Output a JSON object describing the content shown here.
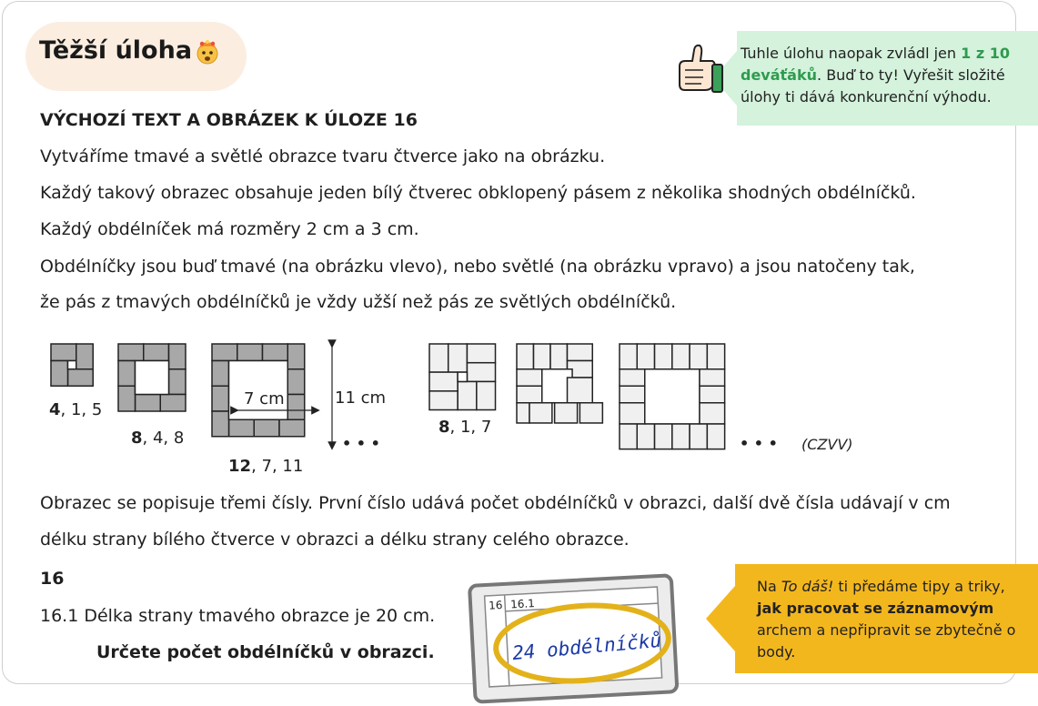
{
  "badge": {
    "title": "Těžší úloha",
    "emoji": "exploding-head-emoji"
  },
  "tip_top": {
    "before": "Tuhle úlohu naopak zvládl jen ",
    "highlight": "1 z 10 deváťáků",
    "after": ". Buď to ty! Vyřešit složité úlohy ti dává konkurenční výhodu.",
    "accent": "#2f9b4f",
    "background": "#d4f2dc"
  },
  "content": {
    "heading": "VÝCHOZÍ TEXT A OBRÁZEK K ÚLOZE 16",
    "lines": [
      "Vytváříme tmavé a světlé obrazce tvaru čtverce jako na obrázku.",
      "Každý takový obrazec obsahuje jeden bílý čtverec obklopený pásem z několika shodných obdélníčků.",
      "Každý obdélníček má rozměry 2 cm a 3 cm.",
      "Obdélníčky jsou buď tmavé (na obrázku vlevo), nebo světlé (na obrázku vpravo) a jsou natočeny tak,",
      "že pás z tmavých obdélníčků je vždy užší než pás ze světlých obdélníčků."
    ],
    "description": [
      "Obrazec se popisuje třemi čísly. První číslo udává počet obdélníčků v obrazci, další dvě čísla udávají v cm",
      "délku strany bílého čtverce v obrazci a délku strany celého obrazce."
    ],
    "task_number": "16",
    "subtask": "16.1  Délka strany tmavého obrazce je 20 cm.",
    "instruction": "Určete počet obdélníčků v obrazci."
  },
  "figure": {
    "dark_labels": [
      {
        "bold": "4",
        "rest": ", 1, 5"
      },
      {
        "bold": "8",
        "rest": ", 4, 8"
      },
      {
        "bold": "12",
        "rest": ", 7, 11"
      }
    ],
    "light_labels": [
      {
        "bold": "8",
        "rest": ", 1, 7"
      }
    ],
    "inner_dim": "7 cm",
    "outer_dim": "11 cm",
    "ellipsis": "• • •",
    "source": "(CZVV)",
    "dark_color": "#a8a8a8",
    "light_color": "#f0f0f0"
  },
  "answer_sheet": {
    "box_label": "16",
    "sub_label": "16.1",
    "answer": "24 obdélníčků"
  },
  "tip_bottom": {
    "p1": "Na ",
    "p2": "To dáš!",
    "p3": " ti předáme tipy a triky, ",
    "p4": "jak pracovat se záznamovým",
    "p5": " archem a nepřipravit se zbytečně o body.",
    "background": "#f3b71e"
  }
}
